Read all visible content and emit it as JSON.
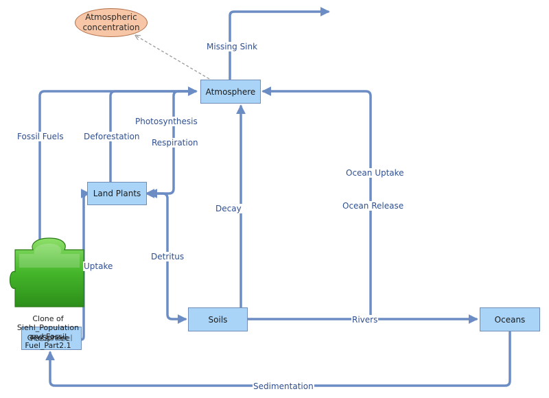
{
  "diagram": {
    "nodes": {
      "atmosphere": "Atmosphere",
      "land_plants": "Land Plants",
      "soils": "Soils",
      "oceans": "Oceans",
      "ghost_node": "Fossil Fuel"
    },
    "variable": {
      "line1": "Atmospheric",
      "line2": "concentration"
    },
    "flows": {
      "missing_sink": "Missing Sink",
      "fossil_fuels": "Fossil Fuels",
      "deforestation": "Deforestation",
      "photosynthesis": "Photosynthesis",
      "respiration": "Respiration",
      "ocean_uptake": "Ocean Uptake",
      "ocean_release": "Ocean Release",
      "decay": "Decay",
      "uptake": "Uptake",
      "detritus": "Detritus",
      "rivers": "Rivers",
      "sedimentation": "Sedimentation"
    },
    "module": {
      "line1": "Clone of",
      "line2": "Siehl_Population",
      "line3": "GeoSphere",
      "line4": "and Fossil",
      "line5": "Fuel_Part2.1"
    },
    "colors": {
      "flow": "#6c8cc4",
      "stock_fill": "#a9d4f7",
      "variable_fill": "#f7c6a6",
      "module": "#4fbf2f"
    },
    "icons": {
      "module": "puzzle-piece-icon"
    }
  }
}
